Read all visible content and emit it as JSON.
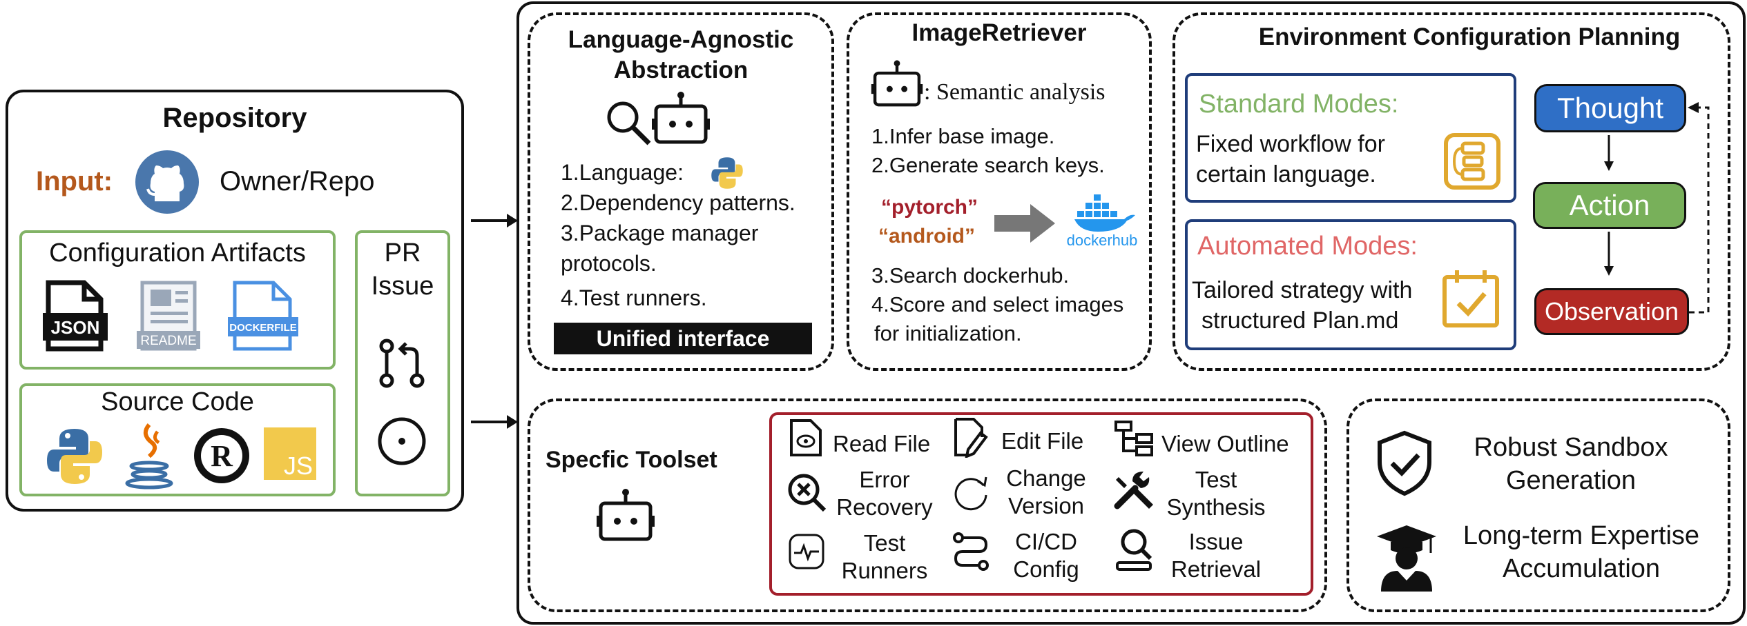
{
  "repository": {
    "title": "Repository",
    "input_label": "Input:",
    "owner_repo": "Owner/Repo",
    "config_artifacts": {
      "title": "Configuration Artifacts",
      "json_label": "JSON",
      "readme_label": "README",
      "dockerfile_label": "DOCKERFILE"
    },
    "source_code": {
      "title": "Source Code",
      "js_label": "JS"
    },
    "pr_issue": {
      "line1": "PR",
      "line2": "Issue"
    }
  },
  "abstraction": {
    "title_line1": "Language-Agnostic",
    "title_line2": "Abstraction",
    "items": [
      "1.Language:",
      "2.Dependency patterns.",
      "3.Package manager",
      "protocols.",
      "4.Test runners."
    ],
    "unified": "Unified interface"
  },
  "retriever": {
    "title": "ImageRetriever",
    "semantic": ": Semantic analysis",
    "steps_top": [
      "1.Infer base image.",
      "2.Generate search keys."
    ],
    "key1": "“pytorch”",
    "key2": "“android”",
    "dockerhub": "dockerhub",
    "steps_bottom": [
      "3.Search dockerhub.",
      "4.Score and select images",
      "for initialization."
    ]
  },
  "planning": {
    "title": "Environment Configuration Planning",
    "standard_title": "Standard Modes:",
    "standard_text": [
      "Fixed workflow for",
      "certain language."
    ],
    "automated_title": "Automated Modes:",
    "automated_text": [
      "Tailored strategy with",
      "structured Plan.md"
    ],
    "thought": "Thought",
    "action": "Action",
    "observation": "Observation",
    "colors": {
      "thought": "#2f6fc6",
      "action": "#78b05a",
      "observation": "#b32a25",
      "standard": "#82b366",
      "automated": "#e06666",
      "icon": "#e0a82e"
    }
  },
  "toolset": {
    "title": "Specfic Toolset",
    "tools": [
      {
        "name": "read-file",
        "label": [
          "Read File"
        ]
      },
      {
        "name": "edit-file",
        "label": [
          "Edit File"
        ]
      },
      {
        "name": "view-outline",
        "label": [
          "View Outline"
        ]
      },
      {
        "name": "error-recovery",
        "label": [
          "Error",
          "Recovery"
        ]
      },
      {
        "name": "change-version",
        "label": [
          "Change",
          "Version"
        ]
      },
      {
        "name": "test-synthesis",
        "label": [
          "Test",
          "Synthesis"
        ]
      },
      {
        "name": "test-runners",
        "label": [
          "Test",
          "Runners"
        ]
      },
      {
        "name": "cicd-config",
        "label": [
          "CI/CD",
          "Config"
        ]
      },
      {
        "name": "issue-retrieval",
        "label": [
          "Issue",
          "Retrieval"
        ]
      }
    ]
  },
  "outputs": {
    "sandbox": [
      "Robust Sandbox",
      "Generation"
    ],
    "expertise": [
      "Long-term Expertise",
      "Accumulation"
    ]
  }
}
